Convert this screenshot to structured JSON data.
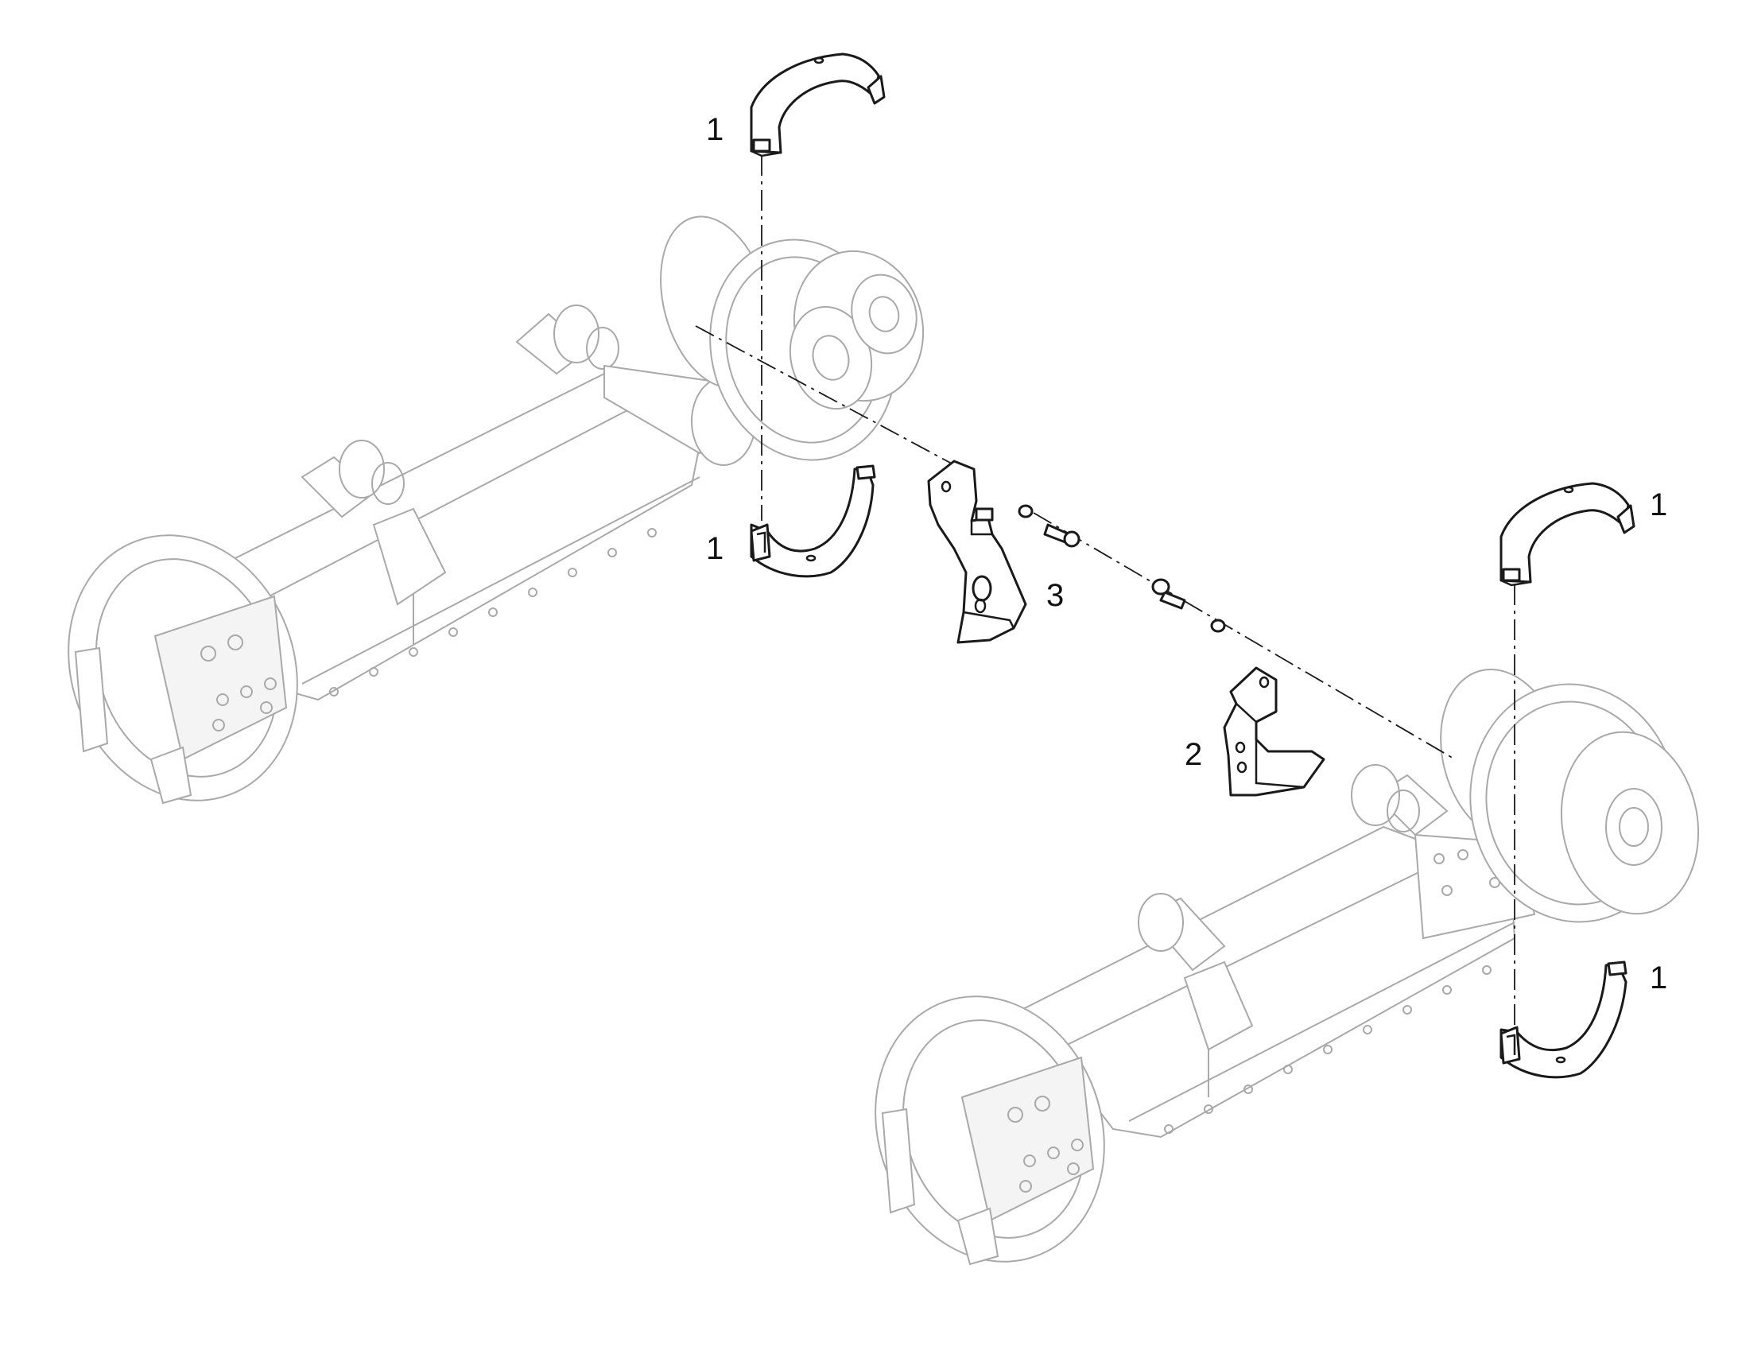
{
  "callouts": {
    "c1": "1",
    "c2": "1",
    "c3": "1",
    "c4": "1",
    "c5": "2",
    "c6": "3"
  },
  "colors": {
    "assembly_lines": "#a9a9a9",
    "part_lines": "#1a1a1a",
    "background": "#ffffff"
  }
}
